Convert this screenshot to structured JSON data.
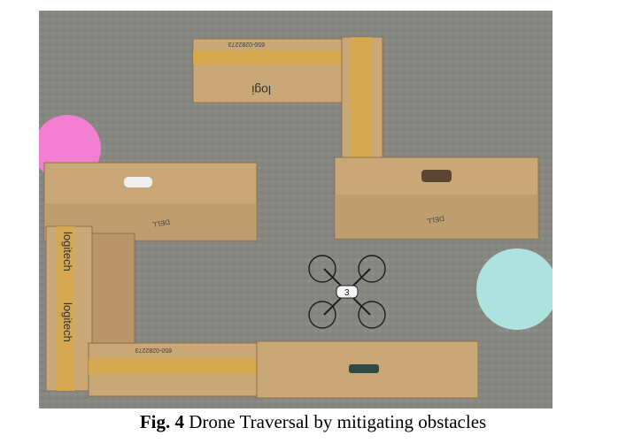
{
  "figure": {
    "caption_label": "Fig. 4",
    "caption_text": " Drone Traversal by mitigating obstacles",
    "colors": {
      "floor": "#8f8f8a",
      "cardboard": "#c9a777",
      "cardboard_dark": "#a9875a",
      "tape": "#d8a94a",
      "pink_marker": "#f27fd0",
      "blue_marker": "#aee2de",
      "drone": "#1e1e1e"
    },
    "box_prints": {
      "logi": "logi",
      "logitech": "logitech",
      "code_a": "650-0282273",
      "code_b": "650-0282273",
      "dell": "DELL",
      "drone_number": "3"
    }
  }
}
